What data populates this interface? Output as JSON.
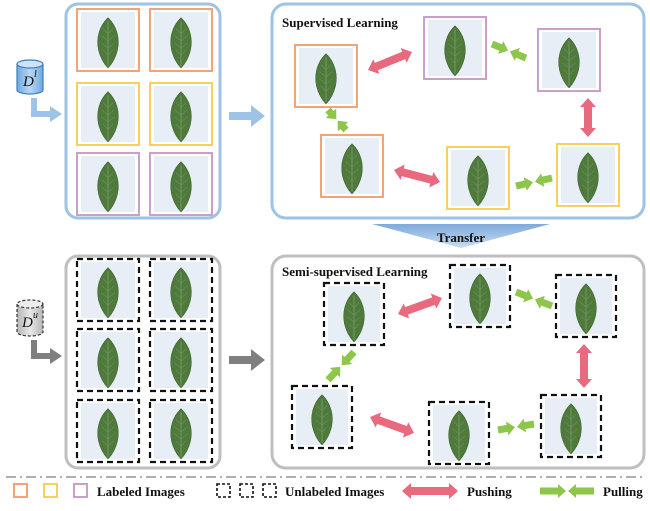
{
  "colors": {
    "orange": "#F2A477",
    "yellow": "#F7D15C",
    "purple": "#C9A0CC",
    "blue_frame": "#9DC3E6",
    "gray_frame": "#BFBFBF",
    "pushing": "#E86A7E",
    "pulling": "#8DC64B",
    "leaf": "#4F7A3C",
    "leaf_bg": "#E8EEF5",
    "transfer": "#8FB4DD"
  },
  "top_panel": {
    "dataset_symbol": "D",
    "dataset_superscript": "l",
    "title": "Supervised Learning"
  },
  "bottom_panel": {
    "dataset_symbol": "D",
    "dataset_superscript": "u",
    "title": "Semi-supervised Learning"
  },
  "transfer_label": "Transfer",
  "legend": {
    "labeled": "Labeled Images",
    "unlabeled": "Unlabeled Images",
    "pushing": "Pushing",
    "pulling": "Pulling"
  }
}
